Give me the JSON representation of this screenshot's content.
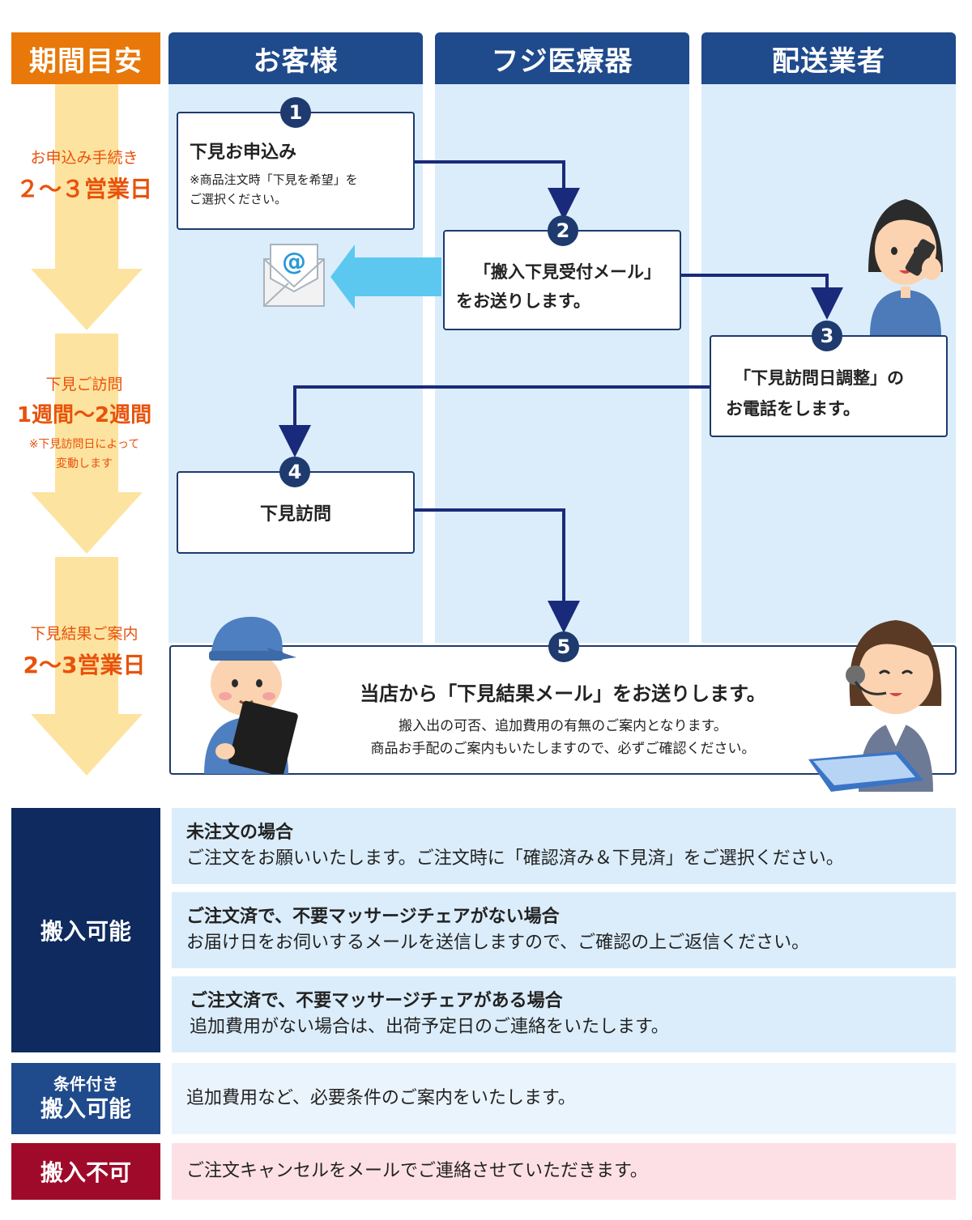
{
  "header": {
    "period": "期間目安",
    "customer": "お客様",
    "company": "フジ医療器",
    "delivery": "配送業者"
  },
  "periods": [
    {
      "label": "お申込み手続き",
      "duration": "２～３営業日"
    },
    {
      "label": "下見ご訪問",
      "duration": "1週間～2週間",
      "note1": "※下見訪問日によって",
      "note2": "変動します"
    },
    {
      "label": "下見結果ご案内",
      "duration": "2～3営業日"
    }
  ],
  "steps": [
    {
      "num": "1",
      "title": "下見お申込み",
      "note1": "※商品注文時「下見を希望」を",
      "note2": "ご選択ください。"
    },
    {
      "num": "2",
      "line1": "「搬入下見受付メール」",
      "line2": "をお送りします。"
    },
    {
      "num": "3",
      "line1": "「下見訪問日調整」の",
      "line2": "お電話をします。"
    },
    {
      "num": "4",
      "title": "下見訪問"
    },
    {
      "num": "5",
      "title": "当店から「下見結果メール」をお送りします。",
      "line1": "搬入出の可否、追加費用の有無のご案内となります。",
      "line2": "商品お手配のご案内もいたしますので、必ずご確認ください。"
    }
  ],
  "email_icon_glyph": "@",
  "results": {
    "possible_label": "搬入可能",
    "possible_rows": [
      {
        "heading": "未注文の場合",
        "text": "ご注文をお願いいたします。ご注文時に「確認済み＆下見済」をご選択ください。"
      },
      {
        "heading": "ご注文済で、不要マッサージチェアがない場合",
        "text": "お届け日をお伺いするメールを送信しますので、ご確認の上ご返信ください。"
      },
      {
        "heading": "ご注文済で、不要マッサージチェアがある場合",
        "text": "追加費用がない場合は、出荷予定日のご連絡をいたします。"
      }
    ],
    "conditional_label_1": "条件付き",
    "conditional_label_2": "搬入可能",
    "conditional_text": "追加費用など、必要条件のご案内をいたします。",
    "impossible_label": "搬入不可",
    "impossible_text": "ご注文キャンセルをメールでご連絡させていただきます。"
  },
  "colors": {
    "navy": "#1e3a6e",
    "orange": "#e8780a",
    "lane": "#dbedfb",
    "arrow_yellow": "#fde3a0",
    "cyan_arrow": "#5cc8f0",
    "red": "#a00a2a"
  }
}
